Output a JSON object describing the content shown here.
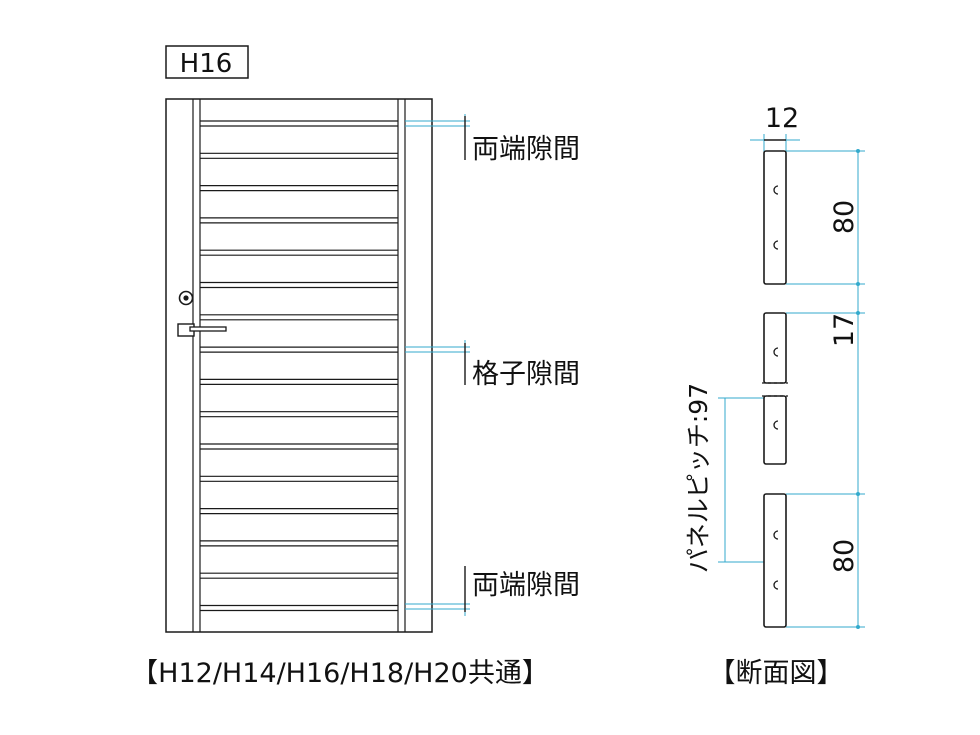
{
  "model_tag": "H16",
  "gap_labels": {
    "end_gap_top": "両端隙間",
    "slat_gap": "格子隙間",
    "end_gap_bottom": "両端隙間"
  },
  "caption_left": "【H12/H14/H16/H18/H20共通】",
  "caption_right": "【断面図】",
  "section_dims": {
    "width": "12",
    "panel_height_top": "80",
    "gap": "17",
    "panel_height_bottom": "80",
    "pitch": "パネルピッチ:97"
  },
  "colors": {
    "line": "#1a1a1a",
    "dimension": "#33aacc"
  }
}
